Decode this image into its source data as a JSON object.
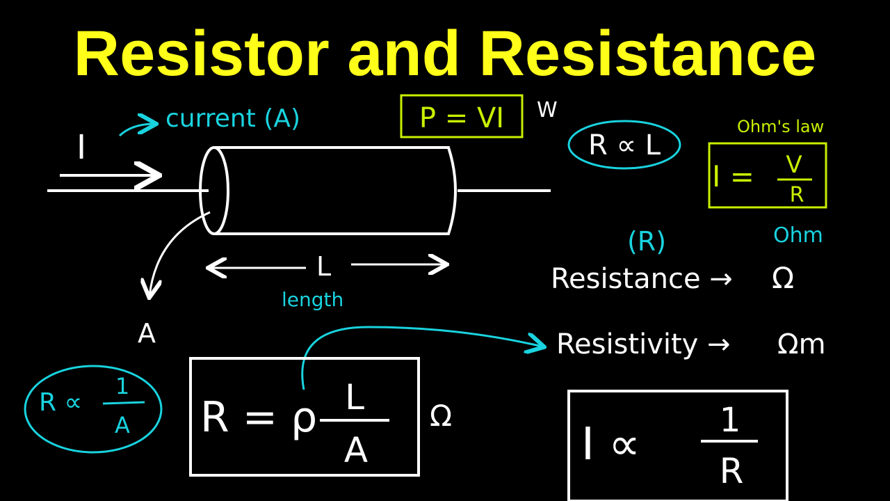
{
  "title": "Resistor and Resistance",
  "colors": {
    "title": "#ffff1a",
    "chalk": "#ffffff",
    "cyan": "#19d3df",
    "green": "#c8f000",
    "background": "#000000"
  },
  "resistor": {
    "current_symbol": "I",
    "current_label": "current (A)",
    "length_symbol": "L",
    "length_label": "length",
    "area_symbol": "A"
  },
  "power": {
    "formula": "P = VI",
    "unit": "W"
  },
  "proportional_length": "R ∝ L",
  "ohms_law": {
    "label": "Ohm's law",
    "lhs": "I =",
    "numerator": "V",
    "denominator": "R"
  },
  "resistance": {
    "symbol": "(R)",
    "unit_name": "Ohm",
    "label": "Resistance →",
    "unit": "Ω"
  },
  "resistivity": {
    "label": "Resistivity →",
    "unit": "Ωm"
  },
  "proportional_area": {
    "lhs": "R ∝",
    "numerator": "1",
    "denominator": "A"
  },
  "resistance_formula": {
    "lhs": "R = ρ",
    "numerator": "L",
    "denominator": "A",
    "unit": "Ω"
  },
  "current_resistance": {
    "lhs": "I ∝",
    "numerator": "1",
    "denominator": "R"
  }
}
